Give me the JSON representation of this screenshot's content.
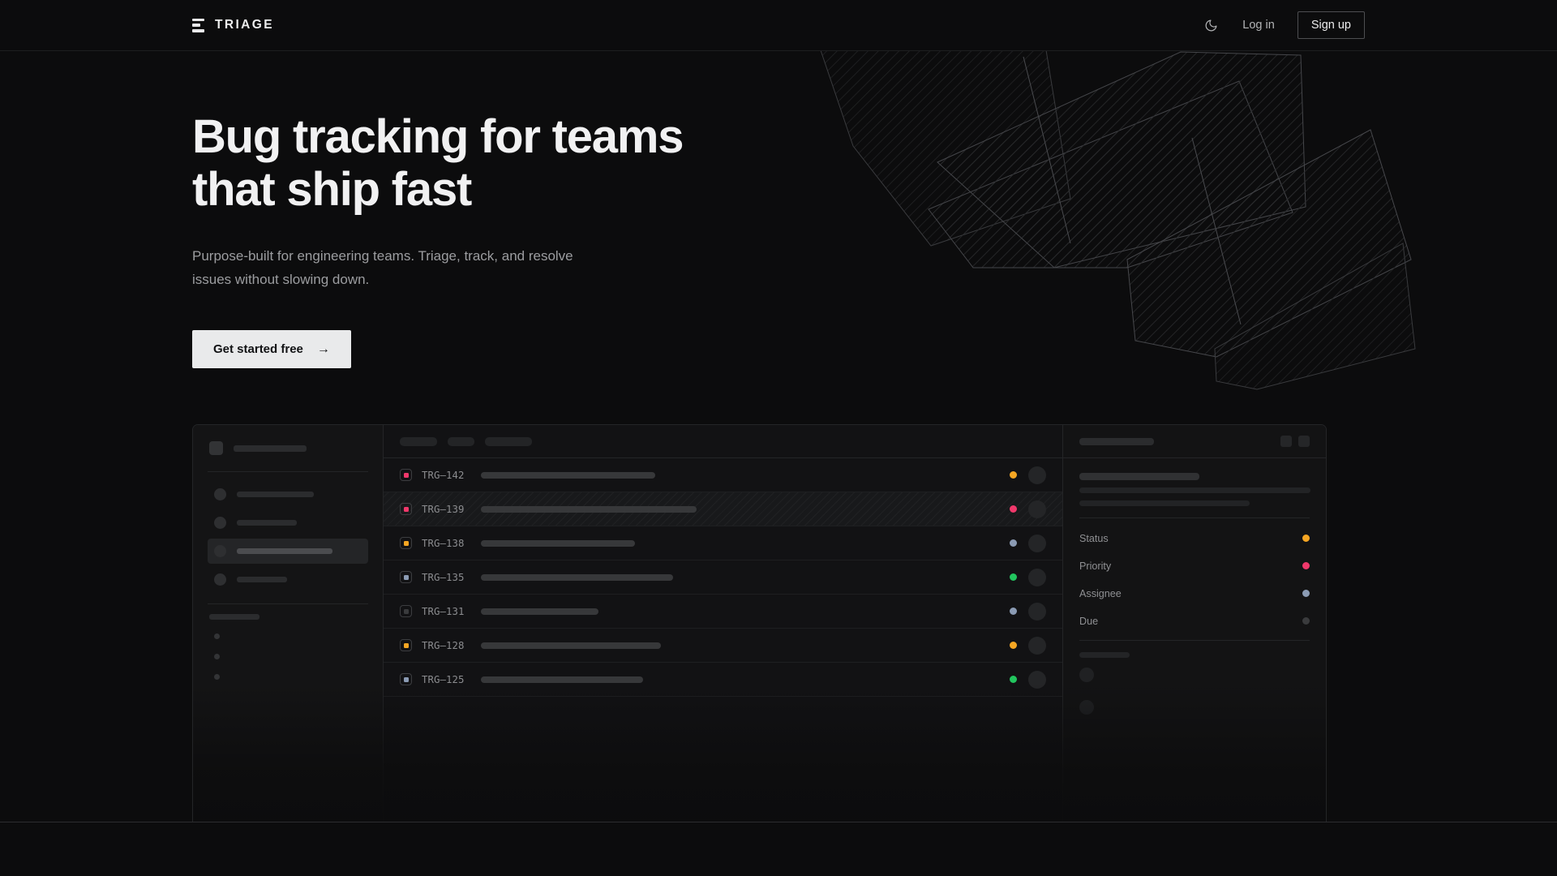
{
  "brand": {
    "name": "TRIAGE",
    "logo_icon": "stacked-bars-icon"
  },
  "nav": {
    "theme_toggle_icon": "moon-icon",
    "login_label": "Log in",
    "signup_label": "Sign up"
  },
  "hero": {
    "heading_line1": "Bug tracking for teams",
    "heading_line2": "that ship fast",
    "subheading": "Purpose-built for engineering teams. Triage, track, and resolve issues without slowing down.",
    "cta_label": "Get started free",
    "cta_arrow": "→"
  },
  "colors": {
    "page_bg": "#0c0c0d",
    "border": "#242527",
    "text_primary": "#f1f1f2",
    "text_muted": "#9c9da0",
    "cta_bg": "#e9eaeb",
    "status_orange": "#f5a623",
    "status_pink": "#f0386b",
    "status_green": "#22c55e",
    "status_blue": "#8b9bb4",
    "status_dim": "#3a3b3d"
  },
  "mockup": {
    "sidebar": {
      "workspace_skeleton_width": 90,
      "nav_items": [
        {
          "width": 95,
          "active": false
        },
        {
          "width": 74,
          "active": false
        },
        {
          "width": 118,
          "active": true
        },
        {
          "width": 62,
          "active": false
        }
      ],
      "section_label_width": 62,
      "sub_dots": 3
    },
    "toolbar": {
      "chips": [
        46,
        33,
        58
      ]
    },
    "issues": [
      {
        "id": "TRG–142",
        "priority_color": "#f0386b",
        "title_width": 215,
        "status_color": "#f5a623",
        "selected": false
      },
      {
        "id": "TRG–139",
        "priority_color": "#f0386b",
        "title_width": 266,
        "status_color": "#f0386b",
        "selected": true
      },
      {
        "id": "TRG–138",
        "priority_color": "#f5a623",
        "title_width": 190,
        "status_color": "#8b9bb4",
        "selected": false
      },
      {
        "id": "TRG–135",
        "priority_color": "#8b9bb4",
        "title_width": 237,
        "status_color": "#22c55e",
        "selected": false
      },
      {
        "id": "TRG–131",
        "priority_color": "#3a3b3d",
        "title_width": 145,
        "status_color": "#8b9bb4",
        "selected": false
      },
      {
        "id": "TRG–128",
        "priority_color": "#f5a623",
        "title_width": 222,
        "status_color": "#f5a623",
        "selected": false
      },
      {
        "id": "TRG–125",
        "priority_color": "#8b9bb4",
        "title_width": 200,
        "status_color": "#22c55e",
        "selected": false
      }
    ],
    "detail": {
      "header_skeleton_width": 92,
      "header_buttons": 2,
      "title_skeleton_width": 148,
      "body_lines": [
        285,
        210
      ],
      "meta": [
        {
          "label": "Status",
          "color": "#f5a623"
        },
        {
          "label": "Priority",
          "color": "#f0386b"
        },
        {
          "label": "Assignee",
          "color": "#8b9bb4"
        },
        {
          "label": "Due",
          "color": "#3a3b3d"
        }
      ],
      "comment_avatars": 2
    }
  }
}
